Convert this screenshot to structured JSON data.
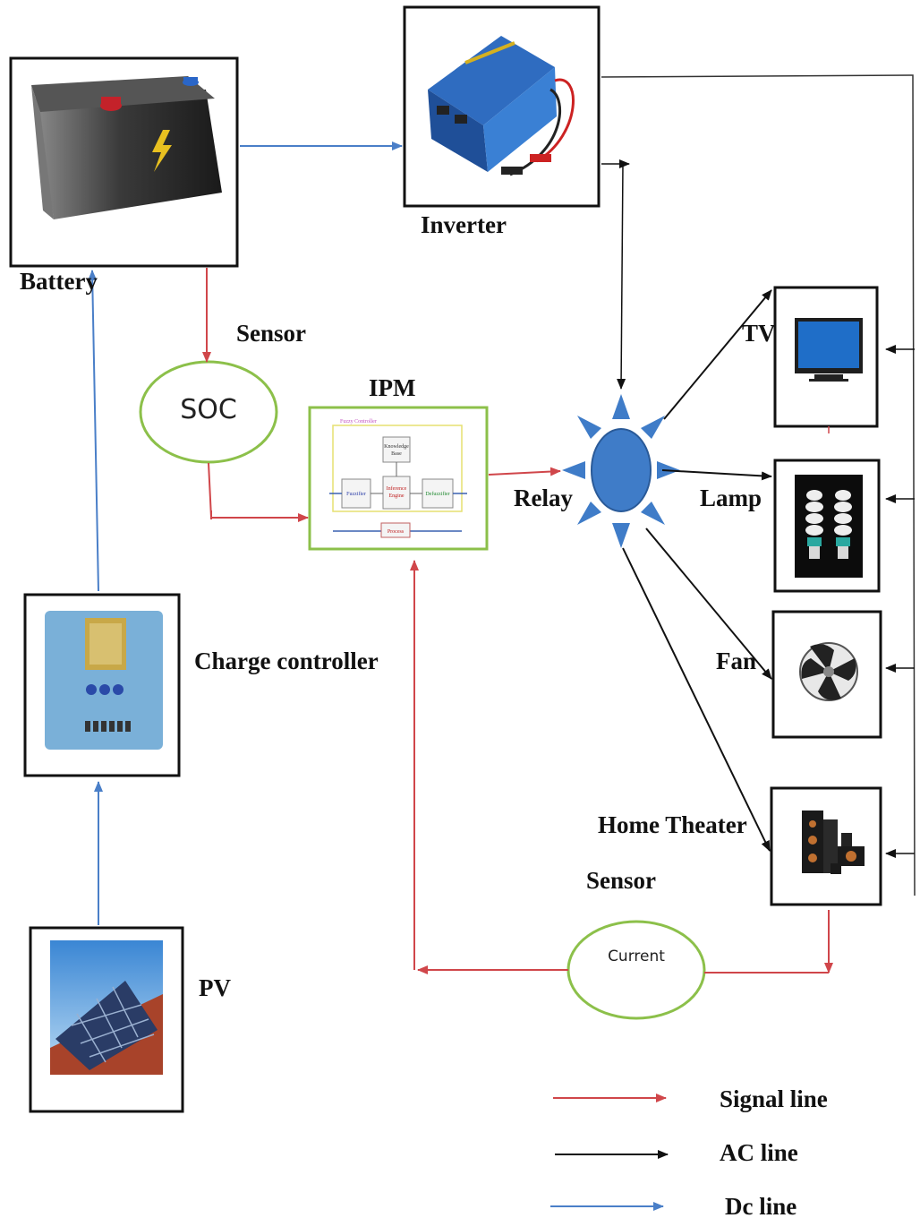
{
  "labels": {
    "battery": "Battery",
    "inverter": "Inverter",
    "sensor_top": "Sensor",
    "soc": "SOC",
    "ipm": "IPM",
    "relay": "Relay",
    "tv": "TV",
    "lamp": "Lamp",
    "fan": "Fan",
    "home_theater": "Home Theater",
    "sensor_bottom": "Sensor",
    "current": "Current",
    "charge_controller": "Charge controller",
    "pv": "PV"
  },
  "legend": {
    "signal": "Signal line",
    "ac": "AC line",
    "dc": "Dc line"
  },
  "colors": {
    "signal": "#d0464a",
    "ac": "#111111",
    "dc": "#4a7fc8",
    "ellipse_border": "#8cc04a",
    "relay_fill": "#3f7cc8"
  }
}
